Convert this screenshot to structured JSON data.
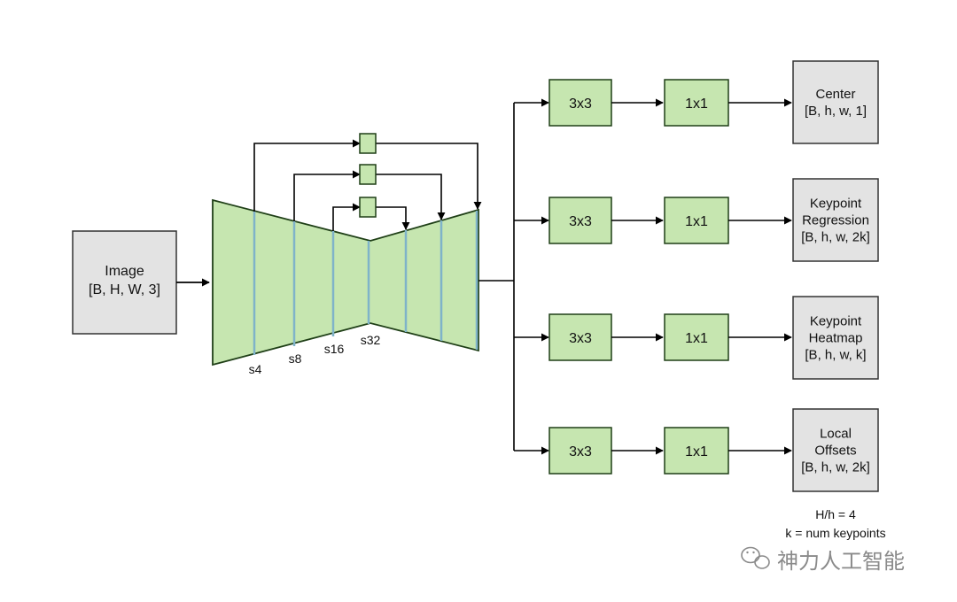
{
  "colors": {
    "green_fill": "#c6e6b0",
    "green_stroke": "#1f3f17",
    "gray_fill": "#e3e3e3",
    "gray_stroke": "#333333",
    "edge": "#000000",
    "skip_band": "#7fb3c9",
    "watermark": "#8a8a8a"
  },
  "input": {
    "line1": "Image",
    "line2": "[B, H, W, 3]"
  },
  "backbone": {
    "strides": [
      "s4",
      "s8",
      "s16",
      "s32"
    ]
  },
  "heads": [
    {
      "conv1": "3x3",
      "conv2": "1x1",
      "output_lines": [
        "Center",
        "[B, h, w, 1]"
      ]
    },
    {
      "conv1": "3x3",
      "conv2": "1x1",
      "output_lines": [
        "Keypoint",
        "Regression",
        "[B, h, w, 2k]"
      ]
    },
    {
      "conv1": "3x3",
      "conv2": "1x1",
      "output_lines": [
        "Keypoint",
        "Heatmap",
        "[B, h, w, k]"
      ]
    },
    {
      "conv1": "3x3",
      "conv2": "1x1",
      "output_lines": [
        "Local",
        "Offsets",
        "[B, h, w, 2k]"
      ]
    }
  ],
  "notes": {
    "line1": "H/h = 4",
    "line2": "k = num keypoints"
  },
  "watermark": {
    "text": "神力人工智能",
    "icon": "wechat-icon"
  }
}
